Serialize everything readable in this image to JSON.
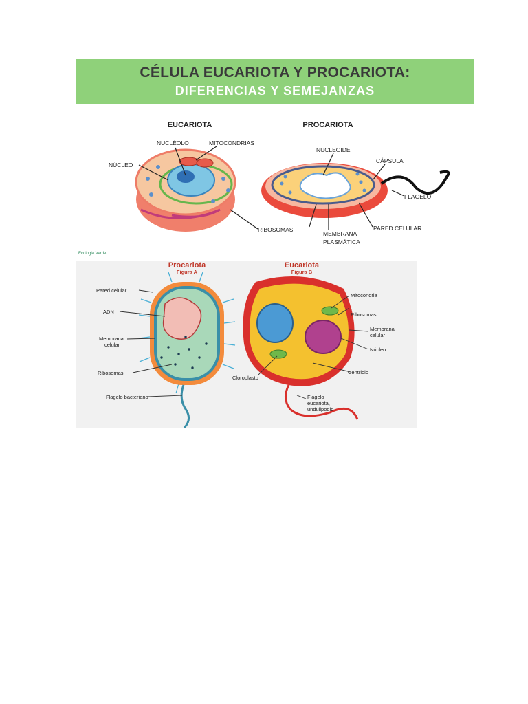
{
  "banner": {
    "title": "CÉLULA EUCARIOTA Y PROCARIOTA:",
    "subtitle": "DIFERENCIAS Y SEMEJANZAS",
    "bg_color": "#8fd17a"
  },
  "top_diagram": {
    "eucariota_heading": "EUCARIOTA",
    "procariota_heading": "PROCARIOTA",
    "labels": {
      "nucleolo": "NUCLÉOLO",
      "mitocondrias": "MITOCONDRIAS",
      "nucleo": "NÚCLEO",
      "ribosomas": "RIBOSOMAS",
      "nucleoide": "NUCLEOIDE",
      "capsula": "CÁPSULA",
      "flagelo": "FLAGELO",
      "pared_celular": "PARED CELULAR",
      "membrana_1": "MEMBRANA",
      "membrana_2": "PLASMÁTICA"
    }
  },
  "watermark": {
    "line1": "Ecologia",
    "line2": "Verde"
  },
  "bottom_diagram": {
    "procariota": {
      "title": "Procariota",
      "figure": "Figura A",
      "labels": {
        "pared": "Pared celular",
        "adn": "ADN",
        "membrana_1": "Membrana",
        "membrana_2": "celular",
        "ribosomas": "Ribosomas",
        "flagelo": "Flagelo bacteriano"
      }
    },
    "eucariota": {
      "title": "Eucariota",
      "figure": "Figura B",
      "labels": {
        "mitocondria": "Mitocondria",
        "ribosomas": "Ribosomas",
        "membrana_1": "Membrana",
        "membrana_2": "celular",
        "nucleo": "Núcleo",
        "centriolo": "Centriolo",
        "cloroplasto": "Cloroplasto",
        "flagelo_1": "Flagelo",
        "flagelo_2": "eucariota,",
        "flagelo_3": "undulipodio"
      }
    }
  }
}
